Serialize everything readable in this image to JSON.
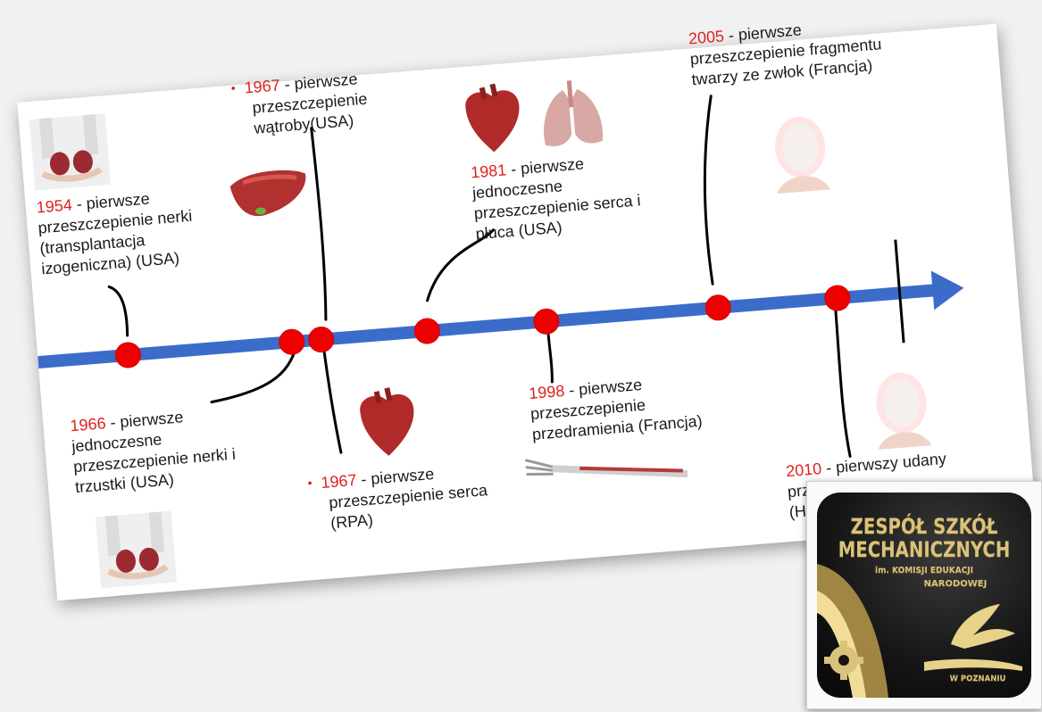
{
  "events": [
    {
      "id": "kidney-1954",
      "year": "1954",
      "text": [
        " - pierwsze",
        "przeszczepienie nerki",
        "(transplantacja",
        "izogeniczna) (USA)"
      ],
      "bullet": false
    },
    {
      "id": "kidney-pancreas-1966",
      "year": "1966",
      "text": [
        " - pierwsze",
        "jednoczesne",
        "przeszczepienie nerki i",
        "trzustki (USA)"
      ],
      "bullet": false
    },
    {
      "id": "liver-1967",
      "year": "1967",
      "text": [
        " - pierwsze",
        "przeszczepienie",
        "wątroby(USA)"
      ],
      "bullet": true
    },
    {
      "id": "heart-1967",
      "year": "1967",
      "text": [
        " - pierwsze",
        "przeszczepienie serca",
        "(RPA)"
      ],
      "bullet": true
    },
    {
      "id": "heart-lung-1981",
      "year": "1981",
      "text": [
        " - pierwsze",
        "jednoczesne",
        "przeszczepienie serca i",
        "płuca (USA)"
      ],
      "bullet": false
    },
    {
      "id": "forearm-1998",
      "year": "1998",
      "text": [
        " - pierwsze",
        "przeszczepienie",
        "przedramienia (Francja)"
      ],
      "bullet": false
    },
    {
      "id": "face-2005",
      "year": "2005",
      "text": [
        " - pierwsze",
        "przeszczepienie fragmentu",
        "twarzy ze zwłok (Francja)"
      ],
      "bullet": false
    },
    {
      "id": "face-2010",
      "year": "2010",
      "text": [
        " - pierwszy udany",
        "przes",
        "(Hisz"
      ],
      "bullet": false
    }
  ],
  "logo": {
    "line1": "ZESPÓŁ SZKÓŁ",
    "line2": "MECHANICZNYCH",
    "line3": "im. KOMISJI EDUKACJI",
    "line4": "NARODOWEJ",
    "line5": "W POZNANIU"
  },
  "colors": {
    "axis": "#3b6cc9",
    "marker": "#ef0000",
    "year": "#e0211b",
    "logo_gold": "#d9c27a"
  },
  "icons": [
    "kidneys-image",
    "liver-image",
    "heart-image",
    "lungs-image",
    "forearm-skeleton-image",
    "face-mask-image"
  ]
}
